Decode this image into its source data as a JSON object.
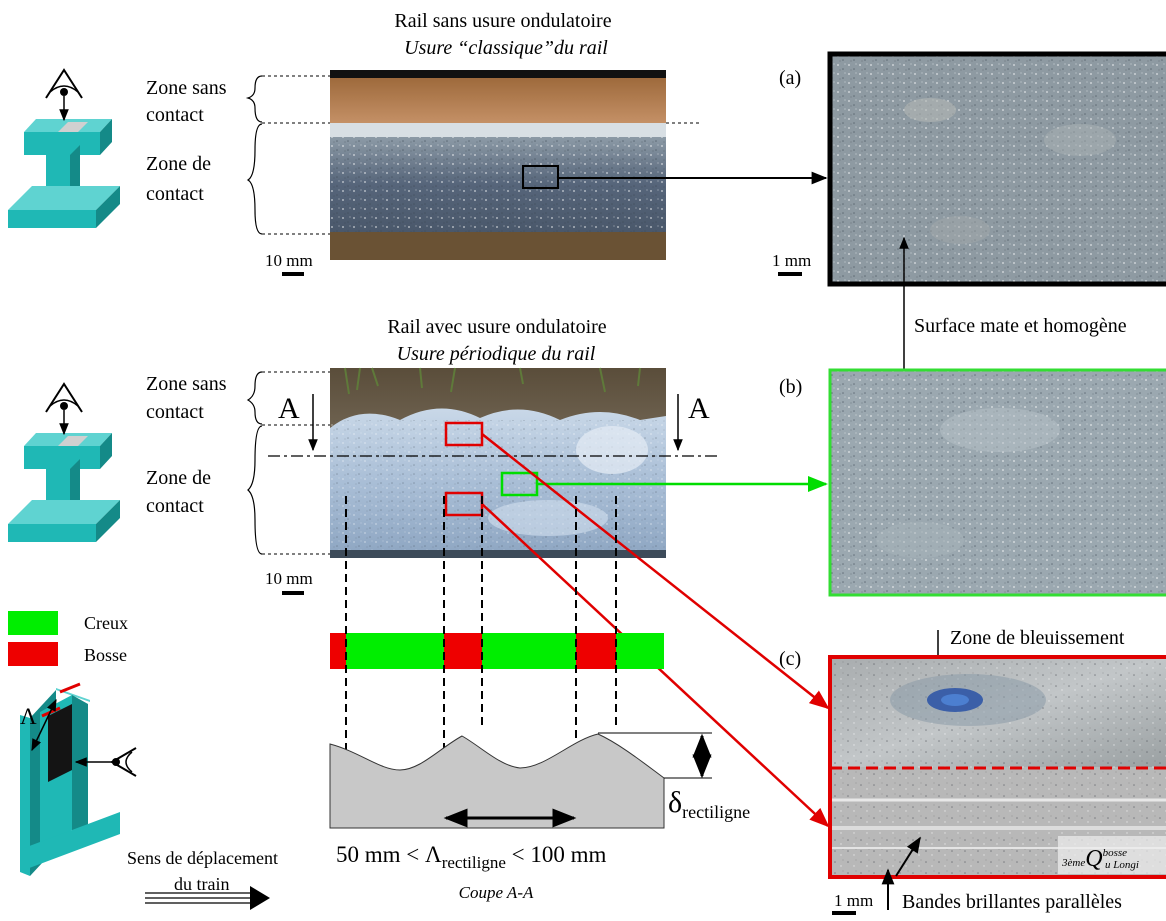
{
  "top_panel": {
    "title": "Rail sans usure ondulatoire",
    "subtitle": "Usure “classique”du rail",
    "zone_sans": [
      "Zone sans",
      "contact"
    ],
    "zone_de": [
      "Zone de",
      "contact"
    ],
    "scale": "10 mm"
  },
  "mid_panel": {
    "title": "Rail avec usure ondulatoire",
    "subtitle": "Usure périodique du rail",
    "zone_sans": [
      "Zone sans",
      "contact"
    ],
    "zone_de": [
      "Zone de",
      "contact"
    ],
    "section_mark": "A",
    "scale": "10 mm"
  },
  "panel_a": {
    "label": "(a)",
    "scale": "1 mm"
  },
  "panel_b": {
    "label": "(b)"
  },
  "panel_c": {
    "label": "(c)",
    "scale": "1 mm",
    "annot_top": "Zone de bleuissement",
    "annot_bottom": "Bandes brillantes parallèles",
    "watermark": [
      "3ème",
      "Q",
      "bosse",
      "u Longi"
    ]
  },
  "surface_label": "Surface mate et homogène",
  "legend": {
    "items": [
      {
        "label": "Creux",
        "color": "#00ee00"
      },
      {
        "label": "Bosse",
        "color": "#ee0000"
      }
    ]
  },
  "strip": {
    "segments": [
      "bosse",
      "creux",
      "bosse",
      "creux",
      "bosse",
      "creux"
    ]
  },
  "profile": {
    "delta_label": "δ",
    "delta_sub": "rectiligne",
    "lambda_formula_left": "50 mm < Λ",
    "lambda_sub": "rectiligne",
    "lambda_formula_right": " < 100 mm",
    "section_caption": "Coupe A-A"
  },
  "lambda_symbol": "Λ",
  "direction": [
    "Sens de déplacement",
    "du train"
  ],
  "colors": {
    "rail": "#1fb8b5",
    "rail_dark": "#148a88",
    "creux": "#00ee00",
    "bosse": "#ee0000",
    "profile": "#c8c8c8"
  }
}
